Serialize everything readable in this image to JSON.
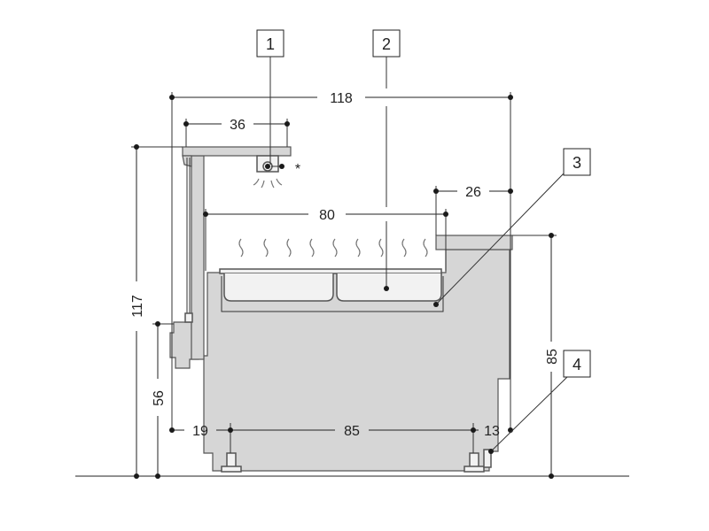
{
  "dimensions": {
    "overall_width": "118",
    "gantry_width": "36",
    "well_length": "80",
    "shelf_depth": "26",
    "total_height": "117",
    "shelf_height": "85",
    "counter_height": "56",
    "left_offset": "19",
    "leg_spacing": "85",
    "right_offset": "13"
  },
  "callouts": [
    "1",
    "2",
    "3",
    "4"
  ],
  "note_marker": "*",
  "colors": {
    "body": "#d6d6d6",
    "outline": "#555555",
    "lines": "#222222"
  }
}
